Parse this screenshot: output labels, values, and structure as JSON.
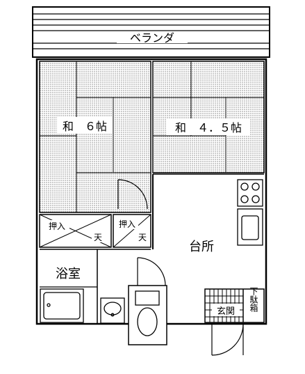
{
  "rooms": {
    "veranda": "ベランダ",
    "washitsu_6": "和　６帖",
    "washitsu_45": "和　４．５帖",
    "kitchen": "台所",
    "bathroom": "浴室",
    "entrance": "玄関",
    "closet_left": "押入",
    "closet_right": "押入",
    "ten_left": "天",
    "ten_right": "天",
    "shoe_rack": "下駄箱"
  }
}
